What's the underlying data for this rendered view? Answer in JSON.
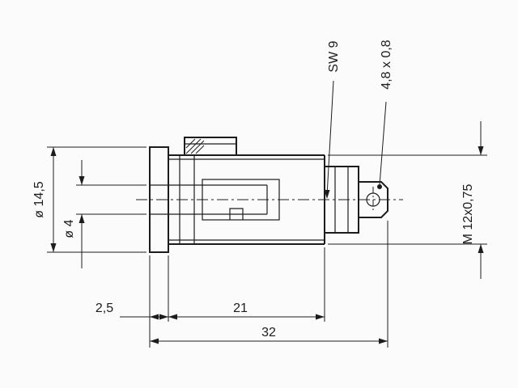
{
  "drawing": {
    "type": "technical-dimension-drawing",
    "subject": "panel-mount socket with flat tab terminal, side section view",
    "colors": {
      "line": "#1c1c1c",
      "background": "#fbfbfb"
    },
    "labels": {
      "wrench_size": "SW 9",
      "tab_size": "4,8 x 0,8",
      "flange_diameter": "ø 14,5",
      "bore_diameter": "ø 4",
      "thread_spec": "M 12x0,75",
      "flange_offset": "2,5",
      "thread_length": "21",
      "overall_length": "32"
    }
  }
}
